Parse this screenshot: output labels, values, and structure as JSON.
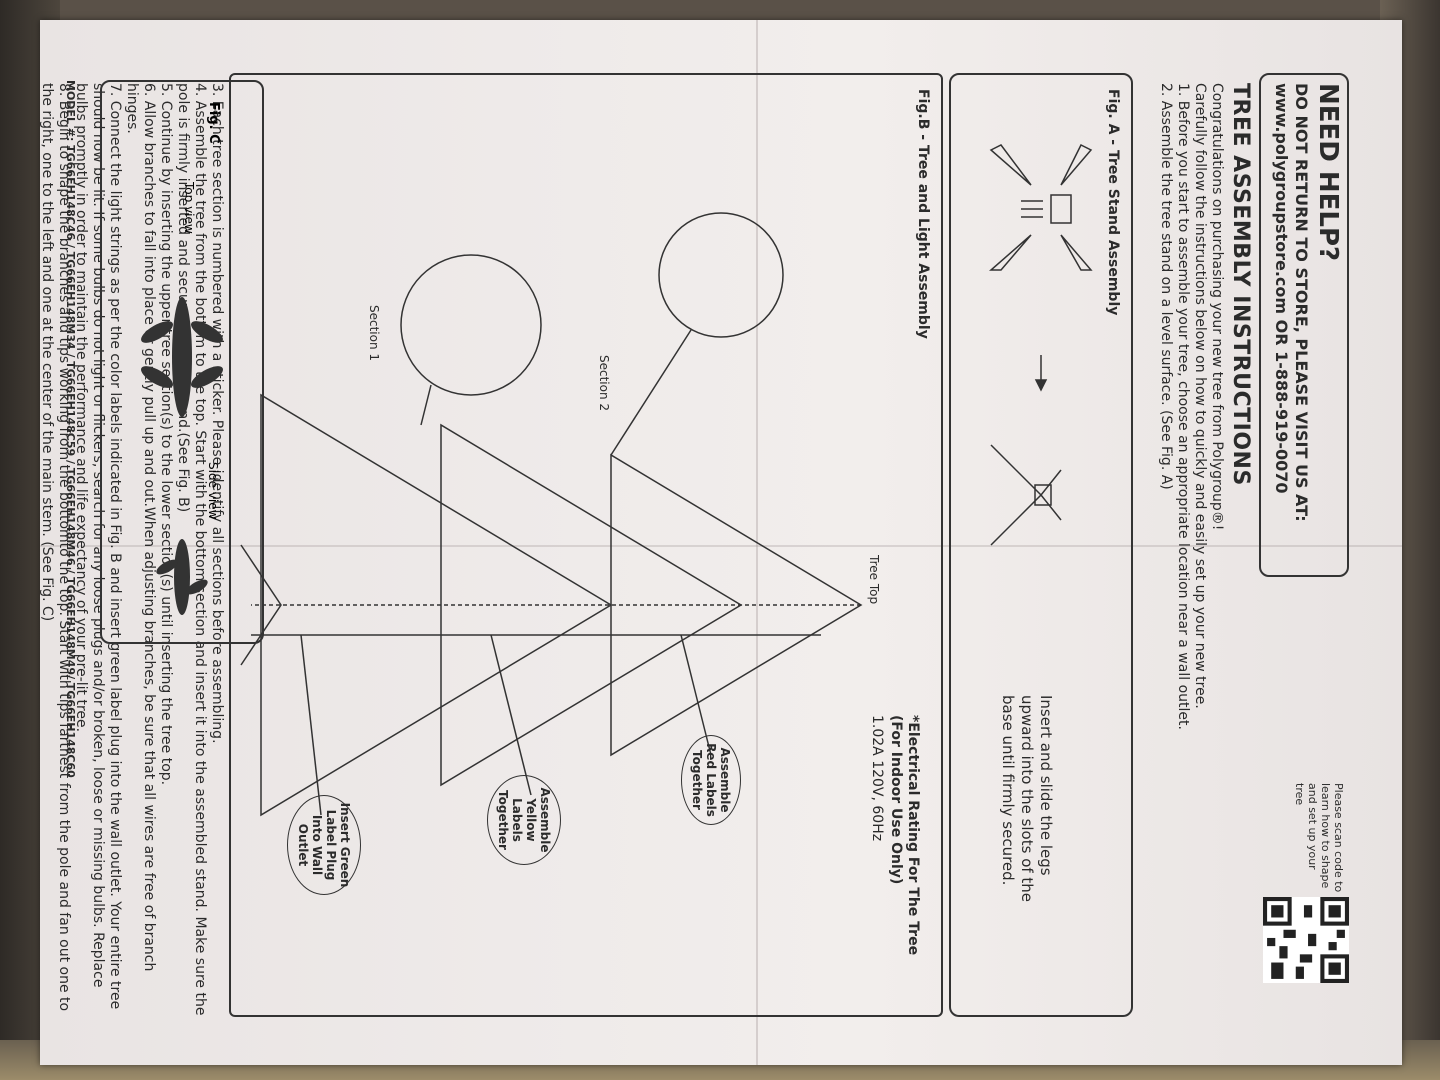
{
  "header": {
    "need_help": "NEED HELP?",
    "do_not_return": "DO NOT RETURN TO STORE, PLEASE VISIT US AT:",
    "website": "www.polygroupstore.com OR 1-888-919-0070",
    "qr_caption": "Please scan code to learn how to shape and set up your tree"
  },
  "title": "TREE ASSEMBLY INSTRUCTIONS",
  "intro": [
    "Congratulations on purchasing your new tree from Polygroup®!",
    "Carefully follow the instructions below on how to quickly and easily set up your new tree.",
    "1. Before you start to assemble your tree, choose an appropriate location near a wall outlet.",
    "2. Assemble the tree stand on a level surface. (See Fig. A)"
  ],
  "fig_a": {
    "title": "Fig. A - Tree Stand Assembly",
    "text": "Insert and slide the legs upward into the slots of the base until firmly secured."
  },
  "fig_b": {
    "title": "Fig.B - Tree and Light Assembly",
    "electrical_title": "*Electrical Rating For The Tree (For Indoor Use Only)",
    "electrical_value": "1.02A 120V, 60Hz",
    "tree_top": "Tree Top",
    "section_2": "Section 2",
    "section_1": "Section 1",
    "bubble_red": "Assemble Red Labels Together",
    "bubble_yellow": "Assemble Yellow Labels Together",
    "bubble_green": "Insert Green Label Plug Into Wall Outlet"
  },
  "steps": [
    "3. Each tree section is numbered with a sticker. Please identify all sections before assembling.",
    "4. Assemble the tree from the bottom to the top. Start with the bottom section and insert it into the assembled stand. Make sure the",
    "pole is firmly inserted and secured into the stand.(See Fig. B)",
    "5. Continue by inserting the upper tree section(s) to the lower section(s) until inserting the tree top.",
    "6. Allow branches to fall into place or gently pull up and out.When adjusting branches, be sure that all wires are free of branch hinges.",
    "7. Connect the light strings as per the color labels indicated in Fig. B and insert green label plug into the wall outlet. Your entire tree",
    "should now be lit. If some bulbs do not light or flickers, search for any loose plugs and/or broken, loose or missing bulbs. Replace",
    "bulbs promptly in order to maintain the performance and life expectancy of your pre-lit tree.",
    "8. Begin to shape the branches and tips working from the bottomto the top. Start with tips farthest from the pole and fan out one to",
    "the right, one to the left and one at the center of the main stem. (See Fig. C)"
  ],
  "fig_c": {
    "title": "Fig. C",
    "top_view": "Top view",
    "side_view": "Side view"
  },
  "model": "MODEL #: TG66EH148C46 / TG66EH148M34 / TG66EH148C59 / TG66EH148M46 / TG66EH148M49/ TG66EH148C60"
}
